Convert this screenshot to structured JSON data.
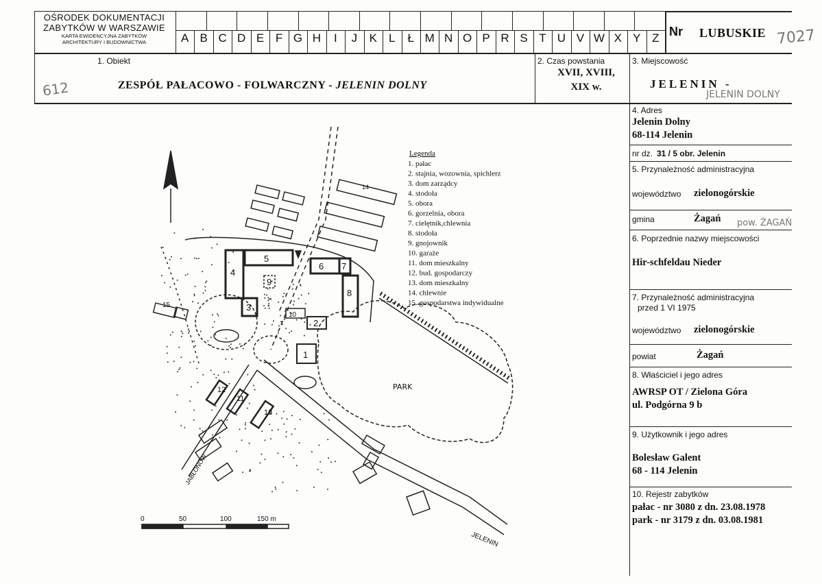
{
  "header": {
    "institution_line1": "OŚRODEK DOKUMENTACJI",
    "institution_line2": "ZABYTKÓW W WARSZAWIE",
    "institution_line3": "KARTA EWIDENCYJNA ZABYTKÓW",
    "institution_line4": "ARCHITEKTURY I BUDOWNICTWA",
    "letters": [
      "A",
      "B",
      "C",
      "D",
      "E",
      "F",
      "G",
      "H",
      "I",
      "J",
      "K",
      "L",
      "Ł",
      "M",
      "N",
      "O",
      "P",
      "R",
      "S",
      "T",
      "U",
      "V",
      "W",
      "X",
      "Y",
      "Z"
    ],
    "nr_label": "Nr",
    "voivodeship": "LUBUSKIE",
    "card_number": "7027"
  },
  "row2": {
    "obiekt_label": "1. Obiekt",
    "object_number": "612",
    "title_part1": "ZESPÓŁ  PAŁACOWO -  FOLWARCZNY - ",
    "title_part2": "JELENIN DOLNY",
    "czas_label": "2. Czas powstania",
    "czas_line1": "XVII, XVIII,",
    "czas_line2": "XIX w.",
    "miejscowosc_label": "3. Miejscowość",
    "miejscowosc_value": "JELENIN -",
    "miejscowosc_hand": "JELENIN DOLNY"
  },
  "fields": {
    "adres_label": "4. Adres",
    "adres_line1": "Jelenin Dolny",
    "adres_line2": "68-114 Jelenin",
    "nrdz_label": "nr dz.",
    "nrdz_value": "31 / 5 obr. Jelenin",
    "admin_label": "5. Przynależność administracyjna",
    "woj_label": "województwo",
    "woj_value": "zielonogórskie",
    "gmina_label": "gmina",
    "gmina_value": "Żagań",
    "gmina_hand": "pow. ŻAGAŃ",
    "prev_label": "6. Poprzednie nazwy miejscowości",
    "prev_value": "Hir-schfeldau Nieder",
    "admin75_label1": "7. Przynależność administracyjna",
    "admin75_label2": "przed 1 VI 1975",
    "woj75_label": "województwo",
    "woj75_value": "zielonogórskie",
    "powiat_label": "powiat",
    "powiat_value": "Żagań",
    "owner_label": "8. Właściciel i jego adres",
    "owner_line1": "AWRSP OT / Zielona Góra",
    "owner_line2": "ul. Podgórna 9 b",
    "user_label": "9. Użytkownik i jego adres",
    "user_line1": "Bolesław Galent",
    "user_line2": "68 - 114 Jelenin",
    "rej_label": "10. Rejestr zabytków",
    "rej_line1": "pałac - nr 3080 z dn. 23.08.1978",
    "rej_line2": "park -  nr 3179 z dn. 03.08.1981"
  },
  "map": {
    "legend_title": "Legenda",
    "legend_items": [
      "1. pałac",
      "2. stajnia, wozownia, spichlerz",
      "3. dom zarządcy",
      "4. stodoła",
      "5. obora",
      "6. gorzelnia, obora",
      "7. cielętnik,chlewnia",
      "8. stodoła",
      "9. gnojownik",
      "10. garaże",
      "11. dom mieszkalny",
      "12. bud. gospodarczy",
      "13. dom mieszkalny",
      "14. chlewnie",
      "15. gospodarstwa indywidualne"
    ],
    "park_label": "PARK",
    "road_label_1": "JABŁONÓW",
    "road_label_2": "JELENIN",
    "scale_labels": [
      "0",
      "50",
      "100",
      "150 m"
    ],
    "building_numbers": [
      "1",
      "2",
      "3",
      "4",
      "5",
      "6",
      "7",
      "8",
      "9",
      "10",
      "11",
      "12",
      "13",
      "14",
      "15"
    ]
  }
}
